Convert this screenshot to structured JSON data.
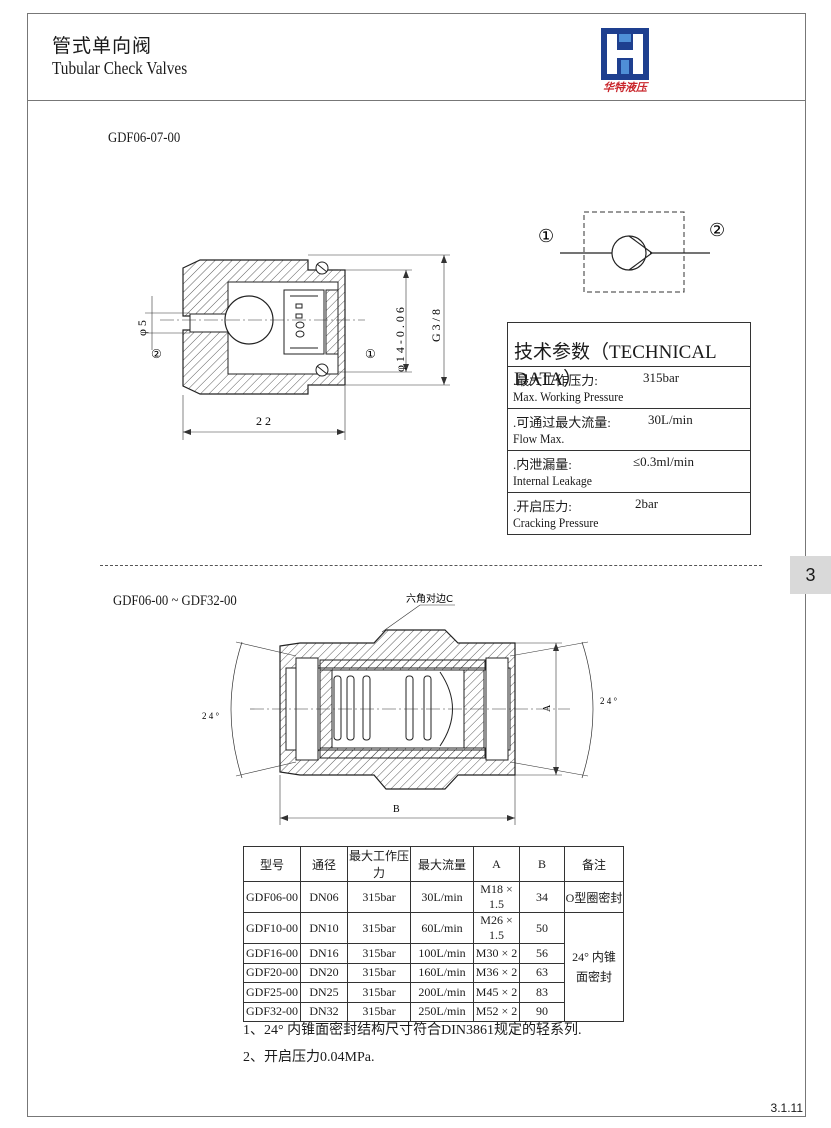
{
  "header": {
    "title_cn": "管式单向阀",
    "title_en": "Tubular Check Valves",
    "brand": "华特液压"
  },
  "section1": {
    "model": "GDF06-07-00",
    "dims": {
      "d5": "φ 5",
      "d14": "φ 1 4 - 0 . 0 6",
      "g38": "G 3 / 8",
      "len22": "2 2"
    },
    "port1": "①",
    "port2": "②"
  },
  "symbol": {
    "port1": "①",
    "port2": "②"
  },
  "tech": {
    "title": "技术参数（TECHNICAL DATA）",
    "rows": [
      {
        "cn": ".最大工作压力:",
        "en": "Max. Working Pressure",
        "value": "315bar"
      },
      {
        "cn": ".可通过最大流量:",
        "en": "Flow Max.",
        "value": "30L/min"
      },
      {
        "cn": ".内泄漏量:",
        "en": "Internal Leakage",
        "value": "≤0.3ml/min"
      },
      {
        "cn": ".开启压力:",
        "en": "Cracking Pressure",
        "value": "2bar"
      }
    ]
  },
  "side_tab": "3",
  "section2": {
    "model": "GDF06-00 ~ GDF32-00",
    "hex_label": "六角对边C",
    "angle_left": "2 4 °",
    "angle_right": "2 4 °",
    "dim_a": "A",
    "dim_b": "B"
  },
  "spec_table": {
    "headers": [
      "型号",
      "通径",
      "最大工作压力",
      "最大流量",
      "A",
      "B",
      "备注"
    ],
    "rows": [
      [
        "GDF06-00",
        "DN06",
        "315bar",
        "30L/min",
        "M18 × 1.5",
        "34"
      ],
      [
        "GDF10-00",
        "DN10",
        "315bar",
        "60L/min",
        "M26 × 1.5",
        "50"
      ],
      [
        "GDF16-00",
        "DN16",
        "315bar",
        "100L/min",
        "M30 × 2",
        "56"
      ],
      [
        "GDF20-00",
        "DN20",
        "315bar",
        "160L/min",
        "M36 × 2",
        "63"
      ],
      [
        "GDF25-00",
        "DN25",
        "315bar",
        "200L/min",
        "M45 × 2",
        "83"
      ],
      [
        "GDF32-00",
        "DN32",
        "315bar",
        "250L/min",
        "M52 × 2",
        "90"
      ]
    ],
    "remark_1": "O型圈密封",
    "remark_2": "24° 内锥面密封"
  },
  "notes": [
    "1、24° 内锥面密封结构尺寸符合DIN3861规定的轻系列.",
    "2、开启压力0.04MPa."
  ],
  "page_number": "3.1.11"
}
